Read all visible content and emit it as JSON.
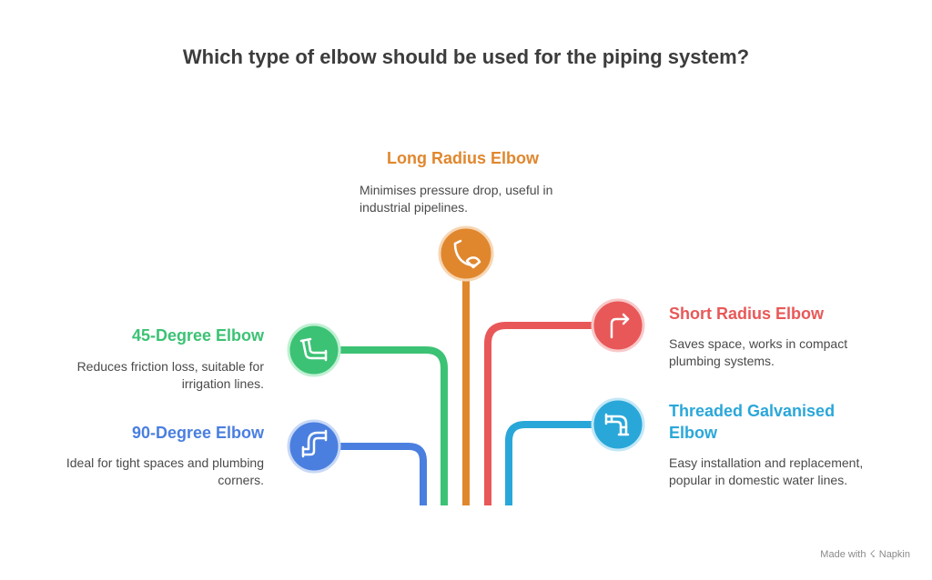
{
  "title": "Which type of elbow should be used for the piping system?",
  "colors": {
    "orange": "#e0872e",
    "green": "#3cc274",
    "red": "#e85858",
    "blue": "#4a7fe0",
    "cyan": "#2aa7d9",
    "text": "#4a4a4a",
    "title": "#3c3c3c"
  },
  "options": {
    "long_radius": {
      "label": "Long Radius Elbow",
      "description": "Minimises pressure drop, useful in industrial pipelines.",
      "icon": "curved-pipe-icon"
    },
    "degree_45": {
      "label": "45-Degree Elbow",
      "description": "Reduces friction loss, suitable for irrigation lines.",
      "icon": "bent-pipe-icon"
    },
    "degree_90": {
      "label": "90-Degree Elbow",
      "description": "Ideal for tight spaces and plumbing corners.",
      "icon": "s-pipe-icon"
    },
    "short_radius": {
      "label": "Short Radius Elbow",
      "description": "Saves space, works in compact plumbing systems.",
      "icon": "turn-right-arrow-icon"
    },
    "threaded": {
      "label": "Threaded Galvanised Elbow",
      "description": "Easy installation and replacement, popular in domestic water lines.",
      "icon": "pipe-joint-icon"
    }
  },
  "footer": {
    "made_with": "Made with",
    "brand": "Napkin",
    "icon": "napkin-icon"
  }
}
